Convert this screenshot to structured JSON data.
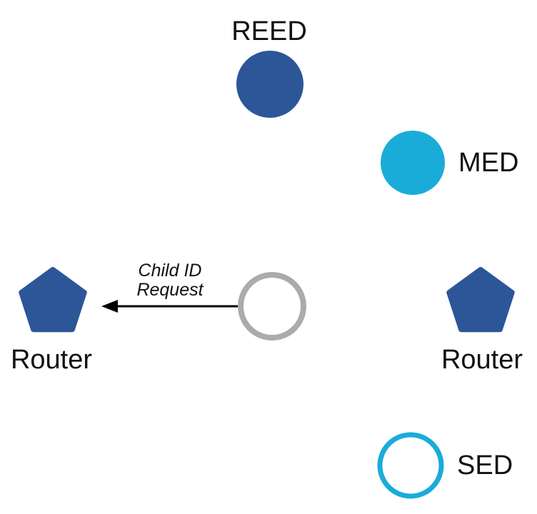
{
  "diagram": {
    "description_colors": {
      "router_blue": "#2D5699",
      "end_device_cyan": "#1AACD8",
      "joiner_gray": "#ABABAB",
      "arrow_black": "#000000",
      "label_black": "#111111",
      "background_white": "#ffffff"
    },
    "nodes": {
      "reed": {
        "label": "REED"
      },
      "med": {
        "label": "MED"
      },
      "router_left": {
        "label": "Router"
      },
      "router_right": {
        "label": "Router"
      },
      "sed": {
        "label": "SED"
      }
    },
    "message": {
      "label": "Child ID\nRequest"
    }
  }
}
